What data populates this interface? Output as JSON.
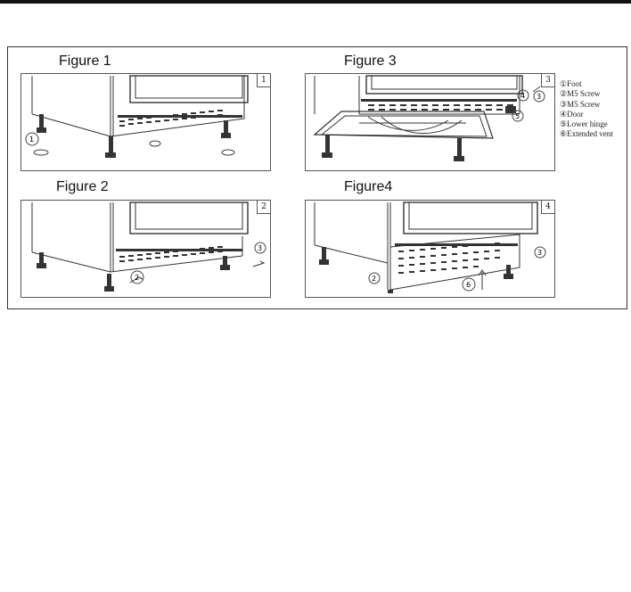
{
  "figures": {
    "fig1": {
      "title": "Figure 1",
      "number": "1",
      "callouts": [
        "1"
      ]
    },
    "fig2": {
      "title": "Figure 2",
      "number": "2",
      "callouts": [
        "2",
        "3"
      ]
    },
    "fig3": {
      "title": "Figure 3",
      "number": "3",
      "callouts": [
        "4",
        "3",
        "5"
      ]
    },
    "fig4": {
      "title": "Figure4",
      "number": "4",
      "callouts": [
        "2",
        "3",
        "6"
      ]
    }
  },
  "legend": [
    "①Foot",
    "②M5 Screw",
    "③M5 Screw",
    "④Door",
    "⑤Lower hinge",
    "⑥Extended vent"
  ]
}
